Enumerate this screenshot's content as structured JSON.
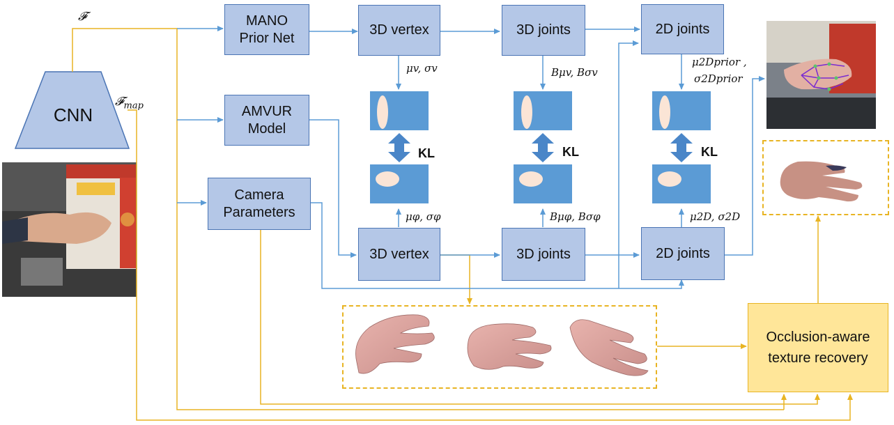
{
  "cnn": {
    "label": "CNN",
    "feature": "𝓕",
    "feature_map": "𝓕",
    "feature_map_sub": "map"
  },
  "boxes": {
    "mano": [
      "MANO",
      "Prior Net"
    ],
    "amvur": [
      "AMVUR",
      "Model"
    ],
    "camera": [
      "Camera",
      "Parameters"
    ],
    "vertex_top": "3D vertex",
    "joints3d_top": "3D joints",
    "joints2d_top": "2D joints",
    "vertex_bottom": "3D vertex",
    "joints3d_bottom": "3D joints",
    "joints2d_bottom": "2D joints",
    "occlusion": [
      "Occlusion-aware",
      "texture recovery"
    ]
  },
  "kl_label": "KL",
  "symbols": {
    "vertex_prior": "μv, σv",
    "vertex_post": "μφ, σφ",
    "joints3d_prior": "Bμv, Bσv",
    "joints3d_post": "Bμφ, Bσφ",
    "joints2d_prior_a": "μ2Dprior ,",
    "joints2d_prior_b": "σ2Dprior",
    "joints2d_post": "μ2D, σ2D"
  },
  "colors": {
    "blue_box_fill": "#b4c7e7",
    "blue_box_border": "#4a74b4",
    "dist_fill": "#5b9bd5",
    "ellipse_fill": "#fbe5d6",
    "blue_line": "#5b9bd5",
    "orange_line": "#e8b423",
    "orange_box_fill": "#ffe699"
  }
}
